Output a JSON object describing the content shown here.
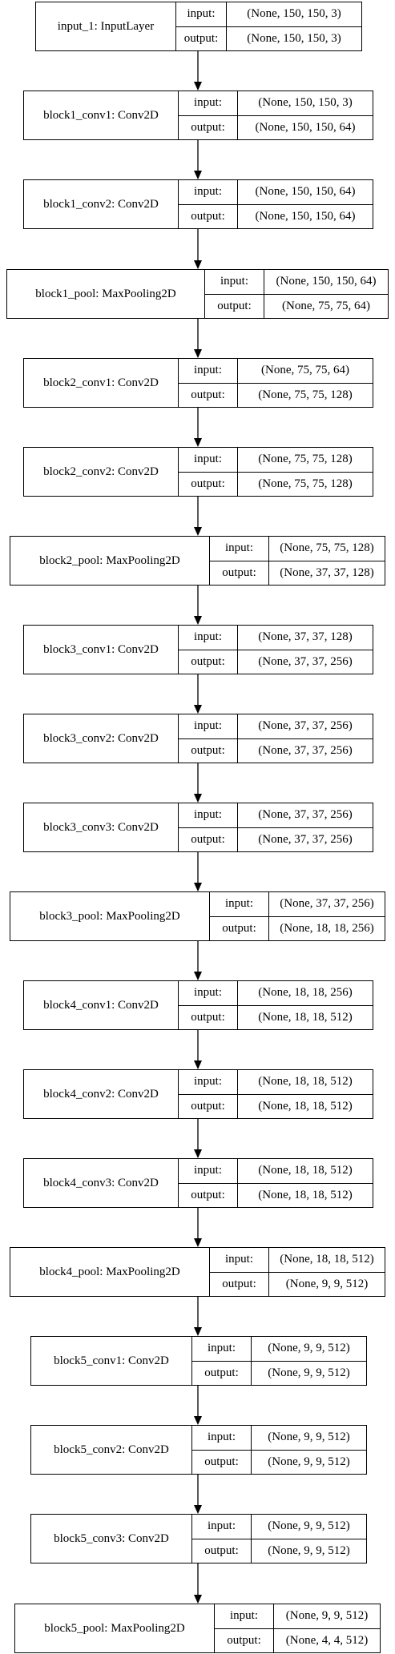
{
  "layers": [
    {
      "name": "input_1: InputLayer",
      "in_label": "input:",
      "out_label": "output:",
      "input": "(None, 150, 150, 3)",
      "output": "(None, 150, 150, 3)"
    },
    {
      "name": "block1_conv1: Conv2D",
      "in_label": "input:",
      "out_label": "output:",
      "input": "(None, 150, 150, 3)",
      "output": "(None, 150, 150, 64)"
    },
    {
      "name": "block1_conv2: Conv2D",
      "in_label": "input:",
      "out_label": "output:",
      "input": "(None, 150, 150, 64)",
      "output": "(None, 150, 150, 64)"
    },
    {
      "name": "block1_pool: MaxPooling2D",
      "in_label": "input:",
      "out_label": "output:",
      "input": "(None, 150, 150, 64)",
      "output": "(None, 75, 75, 64)"
    },
    {
      "name": "block2_conv1: Conv2D",
      "in_label": "input:",
      "out_label": "output:",
      "input": "(None, 75, 75, 64)",
      "output": "(None, 75, 75, 128)"
    },
    {
      "name": "block2_conv2: Conv2D",
      "in_label": "input:",
      "out_label": "output:",
      "input": "(None, 75, 75, 128)",
      "output": "(None, 75, 75, 128)"
    },
    {
      "name": "block2_pool: MaxPooling2D",
      "in_label": "input:",
      "out_label": "output:",
      "input": "(None, 75, 75, 128)",
      "output": "(None, 37, 37, 128)"
    },
    {
      "name": "block3_conv1: Conv2D",
      "in_label": "input:",
      "out_label": "output:",
      "input": "(None, 37, 37, 128)",
      "output": "(None, 37, 37, 256)"
    },
    {
      "name": "block3_conv2: Conv2D",
      "in_label": "input:",
      "out_label": "output:",
      "input": "(None, 37, 37, 256)",
      "output": "(None, 37, 37, 256)"
    },
    {
      "name": "block3_conv3: Conv2D",
      "in_label": "input:",
      "out_label": "output:",
      "input": "(None, 37, 37, 256)",
      "output": "(None, 37, 37, 256)"
    },
    {
      "name": "block3_pool: MaxPooling2D",
      "in_label": "input:",
      "out_label": "output:",
      "input": "(None, 37, 37, 256)",
      "output": "(None, 18, 18, 256)"
    },
    {
      "name": "block4_conv1: Conv2D",
      "in_label": "input:",
      "out_label": "output:",
      "input": "(None, 18, 18, 256)",
      "output": "(None, 18, 18, 512)"
    },
    {
      "name": "block4_conv2: Conv2D",
      "in_label": "input:",
      "out_label": "output:",
      "input": "(None, 18, 18, 512)",
      "output": "(None, 18, 18, 512)"
    },
    {
      "name": "block4_conv3: Conv2D",
      "in_label": "input:",
      "out_label": "output:",
      "input": "(None, 18, 18, 512)",
      "output": "(None, 18, 18, 512)"
    },
    {
      "name": "block4_pool: MaxPooling2D",
      "in_label": "input:",
      "out_label": "output:",
      "input": "(None, 18, 18, 512)",
      "output": "(None, 9, 9, 512)"
    },
    {
      "name": "block5_conv1: Conv2D",
      "in_label": "input:",
      "out_label": "output:",
      "input": "(None, 9, 9, 512)",
      "output": "(None, 9, 9, 512)"
    },
    {
      "name": "block5_conv2: Conv2D",
      "in_label": "input:",
      "out_label": "output:",
      "input": "(None, 9, 9, 512)",
      "output": "(None, 9, 9, 512)"
    },
    {
      "name": "block5_conv3: Conv2D",
      "in_label": "input:",
      "out_label": "output:",
      "input": "(None, 9, 9, 512)",
      "output": "(None, 9, 9, 512)"
    },
    {
      "name": "block5_pool: MaxPooling2D",
      "in_label": "input:",
      "out_label": "output:",
      "input": "(None, 9, 9, 512)",
      "output": "(None, 4, 4, 512)"
    }
  ]
}
